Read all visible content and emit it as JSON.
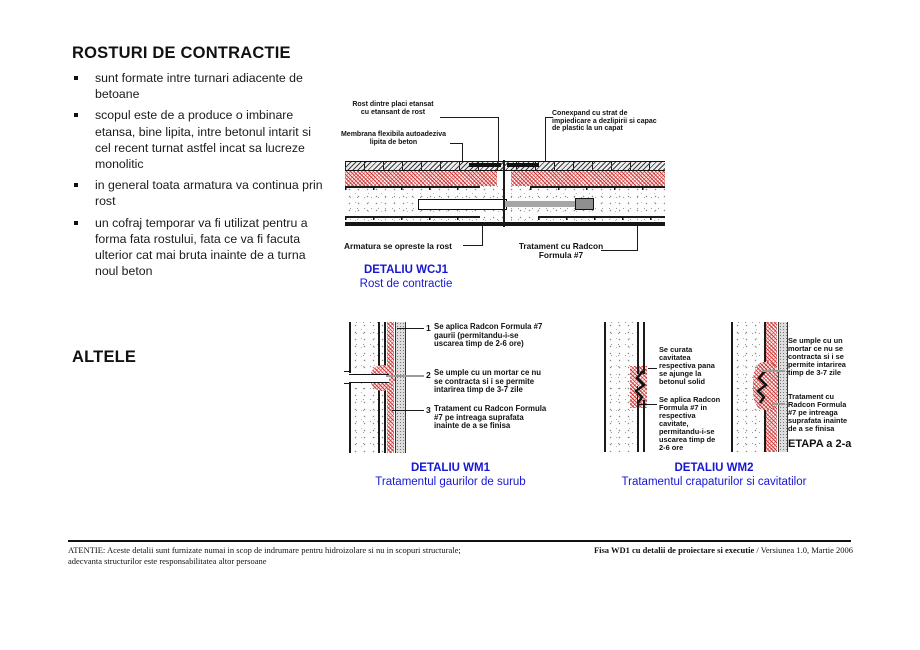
{
  "doc": {
    "title": "ROSTURI DE CONTRACTIE",
    "bullets": [
      "sunt formate intre turnari adiacente de betoane",
      "scopul este de a produce o imbinare etansa, bine lipita, intre betonul intarit si cel recent turnat astfel incat sa lucreze monolitic",
      "in general toata armatura va continua prin rost",
      "un cofraj temporar va fi utilizat pentru a forma fata rostului, fata ce va fi facuta ulterior cat mai bruta inainte de a turna noul beton"
    ],
    "section_altele": "ALTELE"
  },
  "colors": {
    "accent_blue": "#1717d2",
    "hatch_red": "#c62e2e"
  },
  "wcj1": {
    "labels": {
      "rost_lines": [
        "Rost dintre placi etansat",
        "cu etansant de rost"
      ],
      "membrana_lines": [
        "Membrana flexibila autoadeziva",
        "lipita de beton"
      ],
      "conexpand_lines": [
        "Conexpand cu strat de",
        "impiedicare a dezlipirii si capac",
        "de plastic la un capat"
      ],
      "armatura": "Armatura se opreste la rost",
      "tratament_lines": [
        "Tratament cu Radcon",
        "Formula #7"
      ]
    },
    "title": "DETALIU WCJ1",
    "subtitle": "Rost de contractie"
  },
  "wm1": {
    "notes": [
      {
        "num": "1",
        "lines": [
          "Se aplica Radcon Formula #7",
          "gaurii (permitandu-i-se",
          "uscarea timp de 2-6 ore)"
        ]
      },
      {
        "num": "2",
        "lines": [
          "Se umple cu un mortar ce nu",
          "se contracta si i se permite",
          "intarirea timp de 3-7 zile"
        ]
      },
      {
        "num": "3",
        "lines": [
          "Tratament cu Radcon Formula",
          "#7 pe intreaga suprafata",
          "inainte de a se finisa"
        ]
      }
    ],
    "title": "DETALIU WM1",
    "subtitle": "Tratamentul gaurilor de surub"
  },
  "wm2": {
    "stage1_notes": [
      {
        "lines": [
          "Se curata",
          "cavitatea",
          "respectiva pana",
          "se ajunge la",
          "betonul solid"
        ]
      },
      {
        "lines": [
          "Se aplica Radcon",
          "Formula #7 in",
          "respectiva",
          "cavitate,",
          "permitandu-i-se",
          "uscarea timp de",
          "2-6 ore"
        ]
      }
    ],
    "stage2_notes": [
      {
        "lines": [
          "Se umple cu un",
          "mortar ce nu se",
          "contracta si i se",
          "permite intarirea",
          "timp de 3-7 zile"
        ]
      },
      {
        "lines": [
          "Tratament cu",
          "Radcon Formula",
          "#7 pe intreaga",
          "suprafata inainte",
          "de a se finisa"
        ]
      }
    ],
    "stage_label": "ETAPA a 2-a",
    "title": "DETALIU WM2",
    "subtitle": "Tratamentul crapaturilor si cavitatilor"
  },
  "footer": {
    "left_line1": "ATENTIE: Aceste detalii sunt furnizate numai in scop de indrumare pentru hidroizolare si nu in scopuri structurale;",
    "left_line2": "adecvanta structurilor este responsabilitatea altor persoane",
    "right_bold": "Fisa WD1 cu detalii de proiectare si executie",
    "right_regular": " / Versiunea 1.0, Martie 2006"
  }
}
